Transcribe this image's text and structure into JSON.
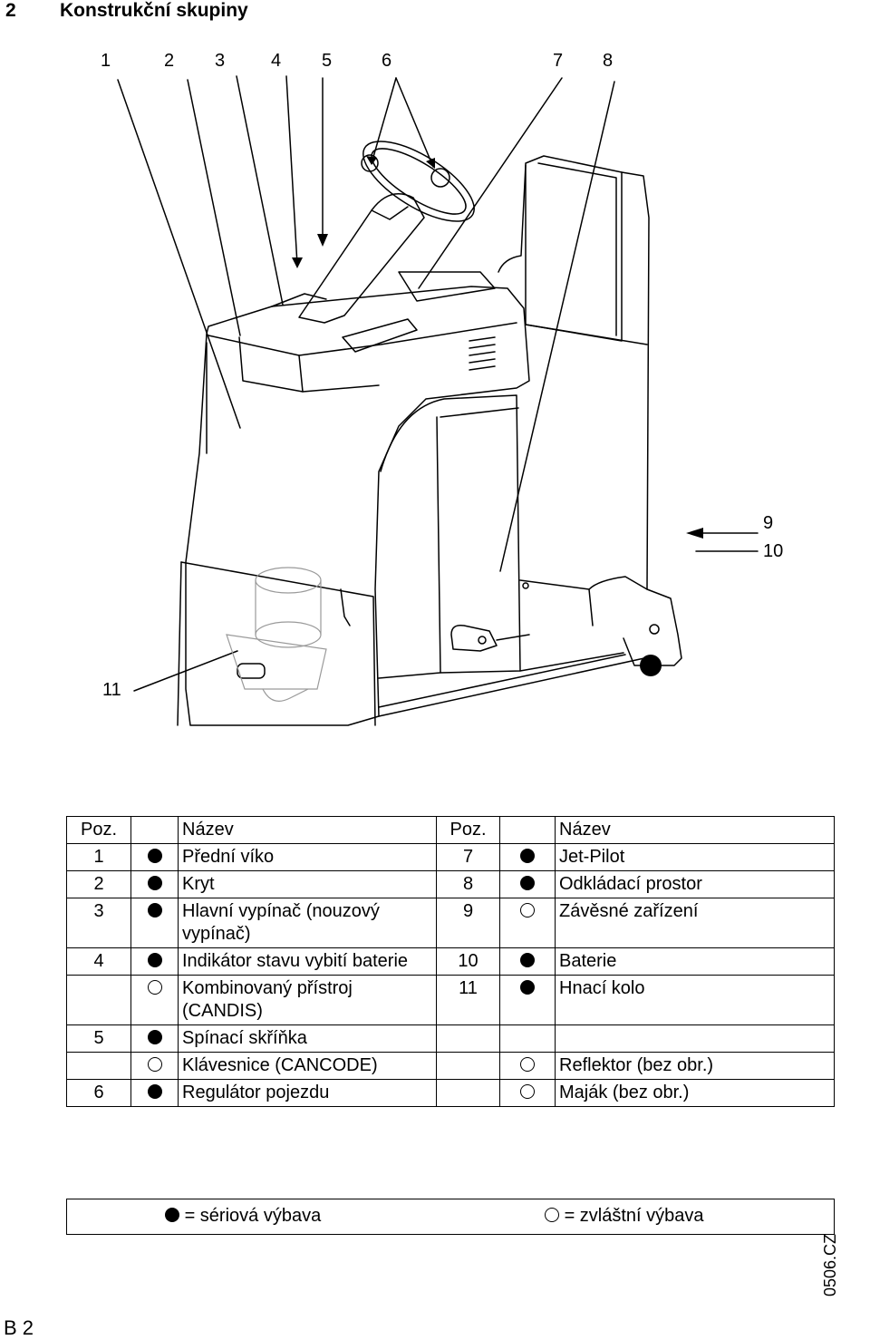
{
  "heading": {
    "number": "2",
    "title": "Konstrukční skupiny"
  },
  "callouts": [
    "1",
    "2",
    "3",
    "4",
    "5",
    "6",
    "7",
    "8",
    "9",
    "10",
    "11"
  ],
  "table": {
    "headers": [
      "Poz.",
      "Název",
      "Poz.",
      "Název"
    ],
    "rows": [
      {
        "lpos": "1",
        "lmark": "filled",
        "lname": "Přední víko",
        "rpos": "7",
        "rmark": "filled",
        "rname": "Jet-Pilot"
      },
      {
        "lpos": "2",
        "lmark": "filled",
        "lname": "Kryt",
        "rpos": "8",
        "rmark": "filled",
        "rname": "Odkládací prostor"
      },
      {
        "lpos": "3",
        "lmark": "filled",
        "lname": "Hlavní vypínač (nouzový vypínač)",
        "rpos": "9",
        "rmark": "open",
        "rname": "Závěsné zařízení"
      },
      {
        "lpos": "4",
        "lmark": "filled",
        "lname": "Indikátor stavu vybití baterie",
        "rpos": "10",
        "rmark": "filled",
        "rname": "Baterie"
      },
      {
        "lpos": "",
        "lmark": "open",
        "lname": "Kombinovaný přístroj (CANDIS)",
        "rpos": "11",
        "rmark": "filled",
        "rname": "Hnací kolo"
      },
      {
        "lpos": "5",
        "lmark": "filled",
        "lname": "Spínací skříňka",
        "rpos": "",
        "rmark": "",
        "rname": ""
      },
      {
        "lpos": "",
        "lmark": "open",
        "lname": "Klávesnice (CANCODE)",
        "rpos": "",
        "rmark": "open",
        "rname": "Reflektor (bez obr.)"
      },
      {
        "lpos": "6",
        "lmark": "filled",
        "lname": "Regulátor pojezdu",
        "rpos": "",
        "rmark": "open",
        "rname": "Maják (bez obr.)"
      }
    ]
  },
  "legend": {
    "serial": "= sériová výbava",
    "special": "= zvláštní výbava"
  },
  "doc_code": "0506.CZ",
  "page_number": "B 2"
}
